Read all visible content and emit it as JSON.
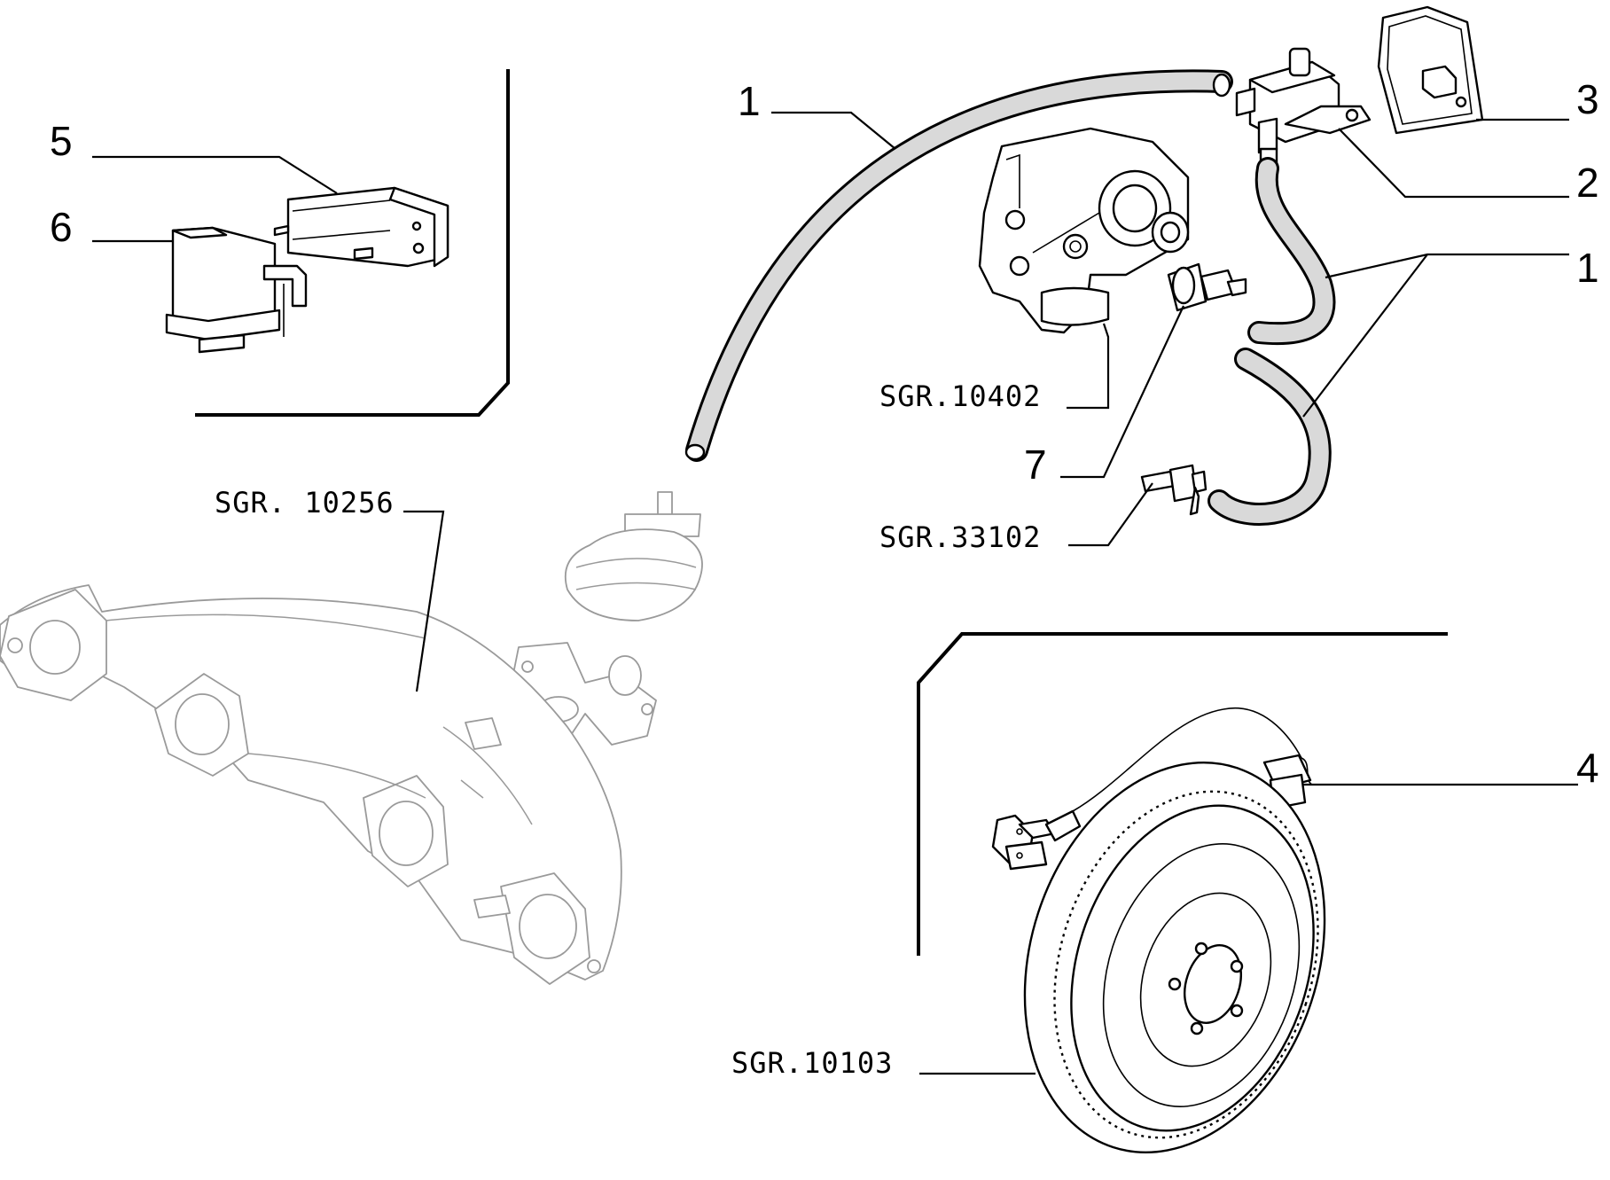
{
  "diagram": {
    "callouts": {
      "c1a": "1",
      "c1b": "1",
      "c2": "2",
      "c3": "3",
      "c4": "4",
      "c5": "5",
      "c6": "6",
      "c7": "7"
    },
    "references": {
      "r10402": "SGR.10402",
      "r33102": "SGR.33102",
      "r10256": "SGR. 10256",
      "r10103": "SGR.10103"
    }
  }
}
